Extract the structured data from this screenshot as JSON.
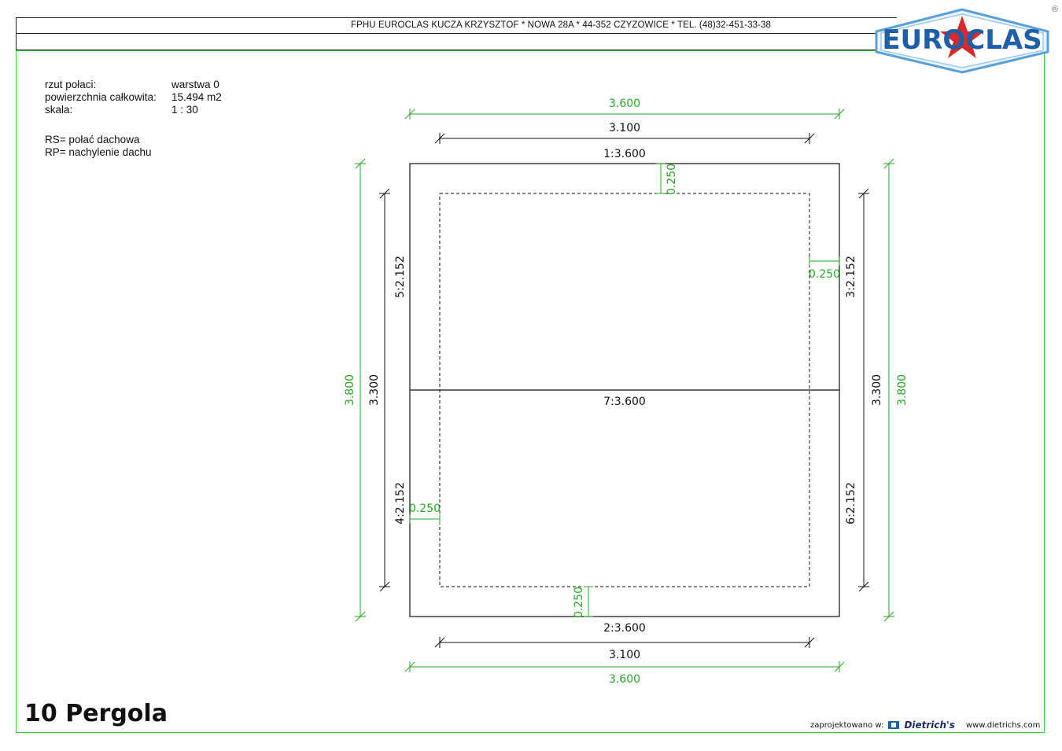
{
  "header": {
    "company": "FPHU EUROCLAS KUCZA KRZYSZTOF * NOWA 28A * 44-352 CZYZOWICE * TEL. (48)32-451-33-38",
    "logo_text": "EUROCLAS",
    "registered_mark": "®"
  },
  "info": {
    "rows": [
      {
        "label": "rzut połaci:",
        "value": "warstwa 0"
      },
      {
        "label": "powierzchnia całkowita:",
        "value": "15.494 m2"
      },
      {
        "label": "skala:",
        "value": "1 : 30"
      }
    ],
    "legend": [
      "RS= połać dachowa",
      "RP= nachylenie dachu"
    ]
  },
  "drawing": {
    "outer_width": "3.600",
    "inner_width": "3.100",
    "outer_height": "3.800",
    "inner_height": "3.300",
    "edge_top": "1:3.600",
    "edge_bottom": "2:3.600",
    "edge_right_top": "3:2.152",
    "edge_left_bottom": "4:2.152",
    "edge_left_top": "5:2.152",
    "edge_right_bottom": "6:2.152",
    "ridge": "7:3.600",
    "overhang": "0.250",
    "colors": {
      "green": "#2aa52a",
      "black": "#111111"
    }
  },
  "title": "10 Pergola",
  "footer": {
    "label": "zaprojektowano w:",
    "brand": "Dietrich's",
    "url": "www.dietrichs.com"
  }
}
